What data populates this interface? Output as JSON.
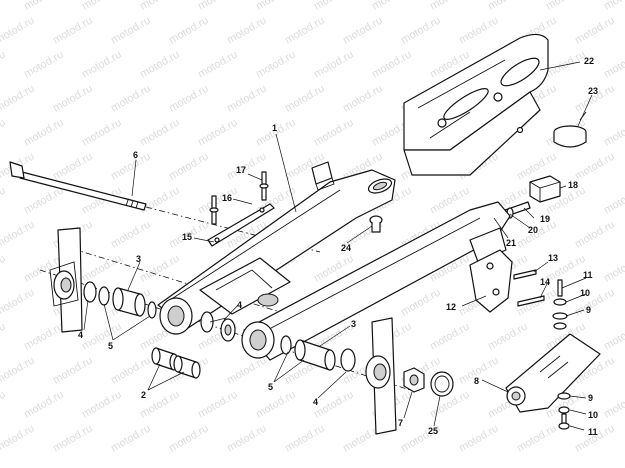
{
  "watermark": {
    "text": "motod.ru",
    "color": "#dcdcdc"
  },
  "callouts": {
    "c1": "1",
    "c2": "2",
    "c3a": "3",
    "c3b": "3",
    "c4a": "4",
    "c4b": "4",
    "c4c": "4",
    "c5a": "5",
    "c5b": "5",
    "c6": "6",
    "c7": "7",
    "c8": "8",
    "c9a": "9",
    "c9b": "9",
    "c10a": "10",
    "c10b": "10",
    "c11a": "11",
    "c11b": "11",
    "c12": "12",
    "c13": "13",
    "c14": "14",
    "c15": "15",
    "c16": "16",
    "c17": "17",
    "c18": "18",
    "c19": "19",
    "c20": "20",
    "c21": "21",
    "c22": "22",
    "c23": "23",
    "c24": "24",
    "c25": "25"
  }
}
